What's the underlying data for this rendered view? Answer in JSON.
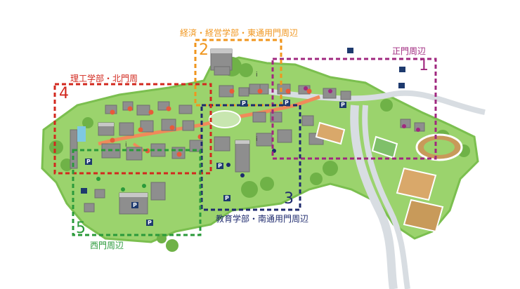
{
  "map": {
    "colors": {
      "campus": "#9bd36d",
      "campus_dark": "#7bbf4f",
      "building": "#8e8e8e",
      "road": "#d8dde2",
      "path": "#f08a5a"
    },
    "areas": [
      {
        "number": "1",
        "label": "正門周辺",
        "color": "#a0287f"
      },
      {
        "number": "2",
        "label": "経済・経営学部・東通用門周辺",
        "color": "#f0961e"
      },
      {
        "number": "3",
        "label": "教育学部・南通用門周辺",
        "color": "#1e2a6e"
      },
      {
        "number": "4",
        "label": "理工学部・北門周",
        "color": "#d2281e"
      },
      {
        "number": "5",
        "label": "西門周辺",
        "color": "#2a9a3a"
      }
    ],
    "map_icons": [
      "parking-icon",
      "bus-stop-icon",
      "info-icon"
    ],
    "info_glyph": "i",
    "parking_glyph": "P"
  }
}
